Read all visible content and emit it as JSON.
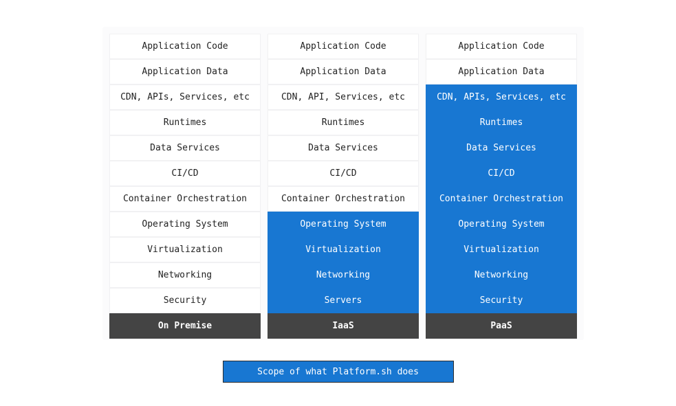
{
  "colors": {
    "covered": "#1877d2",
    "plain_bg": "#ffffff",
    "plain_text": "#222222",
    "footer_bg": "#444444",
    "footer_text": "#ffffff",
    "page_bg": "#ffffff",
    "panel_bg": "#fbfbfc",
    "legend_border": "#2b2b2b"
  },
  "matrix": {
    "columns": [
      {
        "id": "on-premise",
        "footer_label": "On Premise",
        "rows": [
          {
            "label": "Application Code",
            "covered": false
          },
          {
            "label": "Application Data",
            "covered": false
          },
          {
            "label": "CDN, APIs, Services, etc",
            "covered": false
          },
          {
            "label": "Runtimes",
            "covered": false
          },
          {
            "label": "Data Services",
            "covered": false
          },
          {
            "label": "CI/CD",
            "covered": false
          },
          {
            "label": "Container Orchestration",
            "covered": false
          },
          {
            "label": "Operating System",
            "covered": false
          },
          {
            "label": "Virtualization",
            "covered": false
          },
          {
            "label": "Networking",
            "covered": false
          },
          {
            "label": "Security",
            "covered": false
          }
        ]
      },
      {
        "id": "iaas",
        "footer_label": "IaaS",
        "rows": [
          {
            "label": "Application Code",
            "covered": false
          },
          {
            "label": "Application Data",
            "covered": false
          },
          {
            "label": "CDN, API, Services, etc",
            "covered": false
          },
          {
            "label": "Runtimes",
            "covered": false
          },
          {
            "label": "Data Services",
            "covered": false
          },
          {
            "label": "CI/CD",
            "covered": false
          },
          {
            "label": "Container Orchestration",
            "covered": false
          },
          {
            "label": "Operating System",
            "covered": true
          },
          {
            "label": "Virtualization",
            "covered": true
          },
          {
            "label": "Networking",
            "covered": true
          },
          {
            "label": "Servers",
            "covered": true
          }
        ]
      },
      {
        "id": "paas",
        "footer_label": "PaaS",
        "rows": [
          {
            "label": "Application Code",
            "covered": false
          },
          {
            "label": "Application Data",
            "covered": false
          },
          {
            "label": "CDN, APIs, Services, etc",
            "covered": true
          },
          {
            "label": "Runtimes",
            "covered": true
          },
          {
            "label": "Data Services",
            "covered": true
          },
          {
            "label": "CI/CD",
            "covered": true
          },
          {
            "label": "Container Orchestration",
            "covered": true
          },
          {
            "label": "Operating System",
            "covered": true
          },
          {
            "label": "Virtualization",
            "covered": true
          },
          {
            "label": "Networking",
            "covered": true
          },
          {
            "label": "Security",
            "covered": true
          }
        ]
      }
    ]
  },
  "legend": {
    "label": "Scope of what Platform.sh does"
  }
}
